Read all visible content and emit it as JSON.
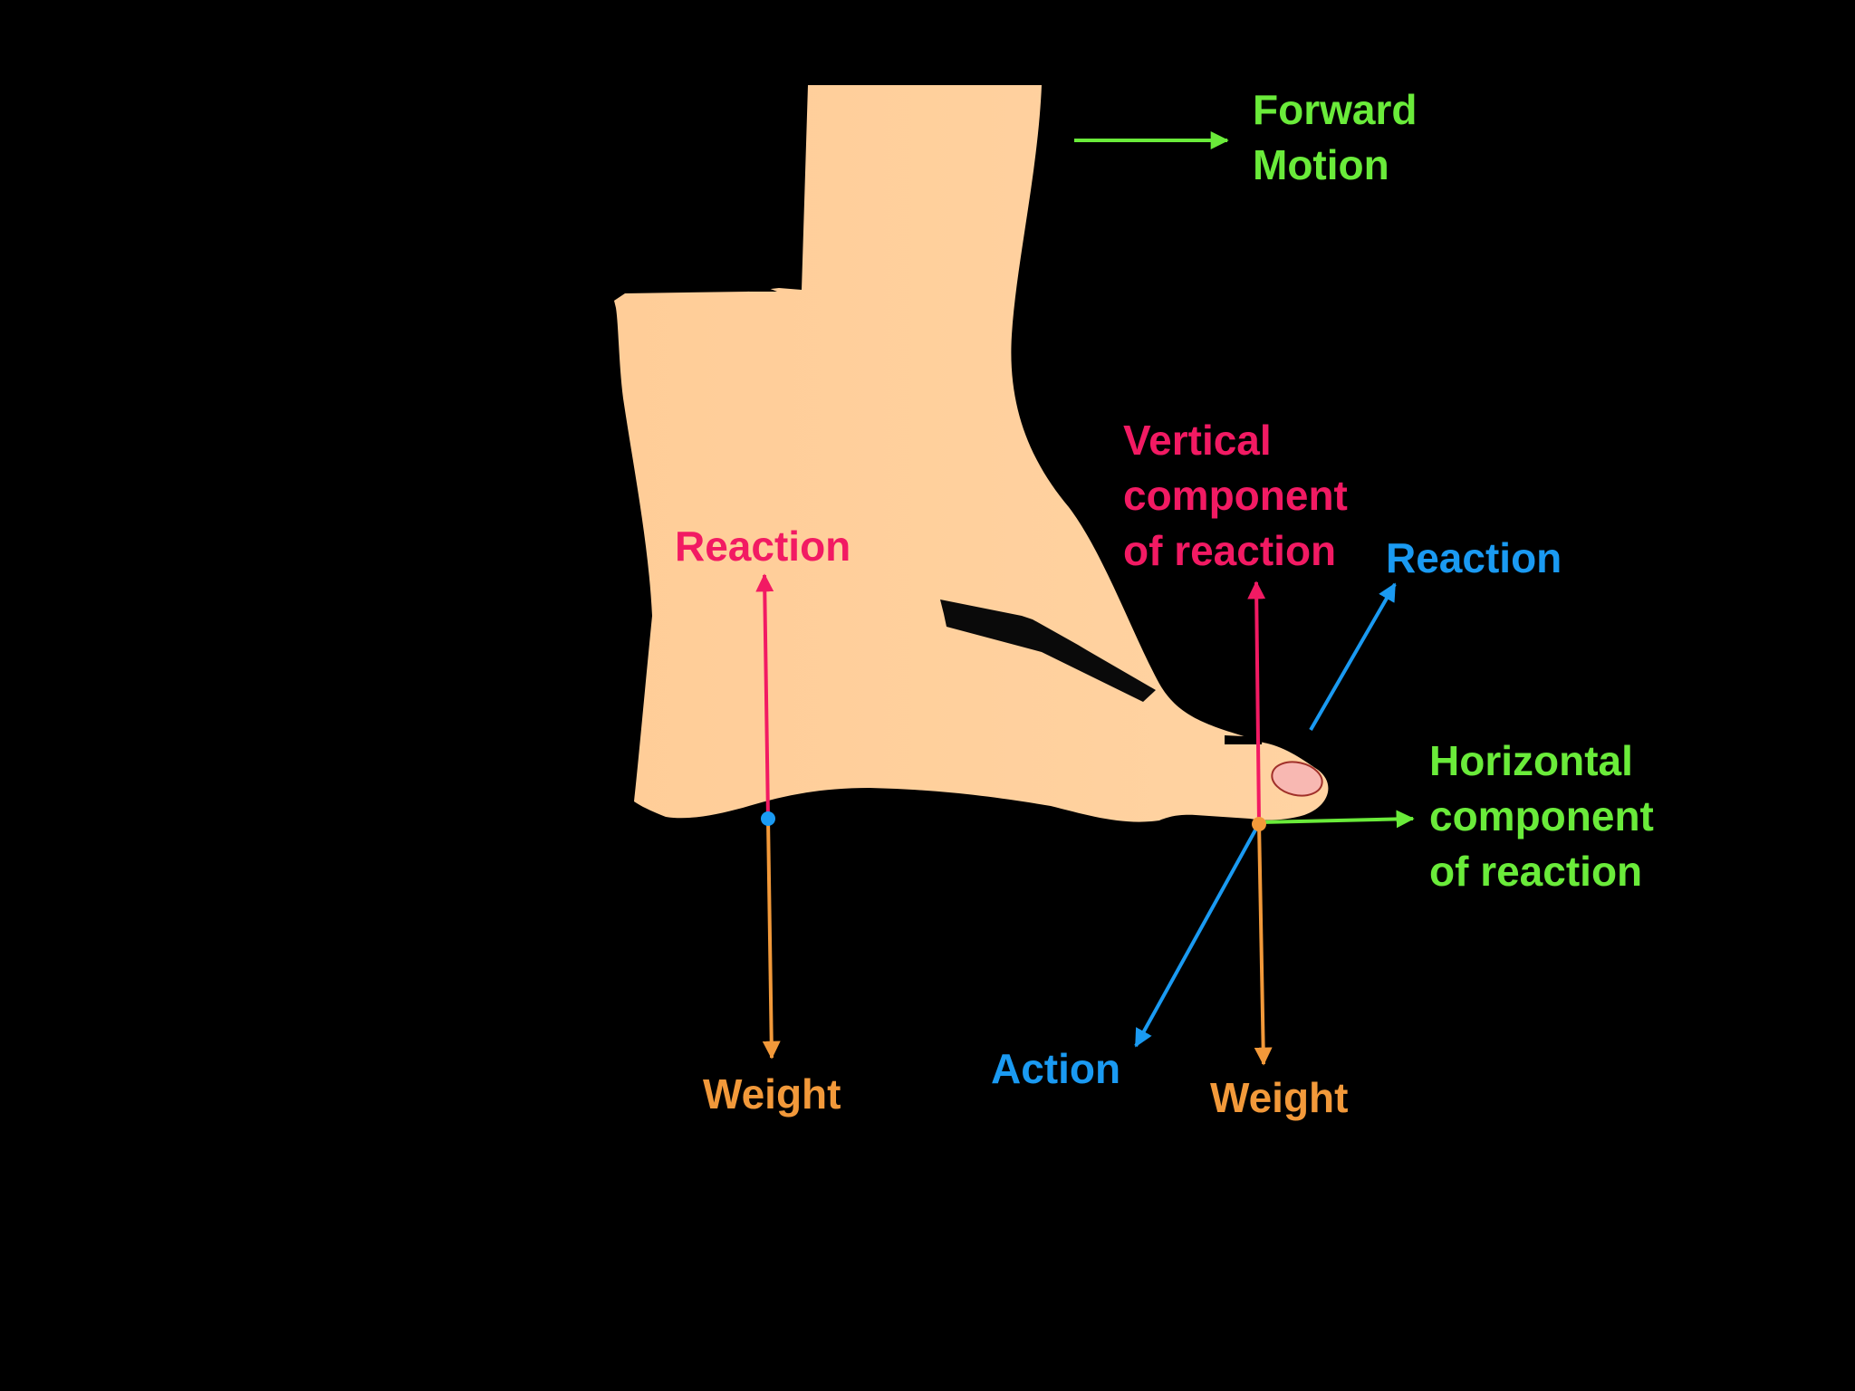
{
  "colors": {
    "background": "#000000",
    "skin": "#ffce9a",
    "nail": "#f8b8b2",
    "green": "#6aeb3a",
    "pink": "#f21a63",
    "blue": "#1a9af2",
    "orange": "#f2993a"
  },
  "labels": {
    "forward_motion": [
      "Forward",
      "Motion"
    ],
    "vertical_component": [
      "Vertical",
      "component",
      "of reaction"
    ],
    "reaction_left": "Reaction",
    "reaction_right": "Reaction",
    "horizontal_component": [
      "Horizontal",
      "component",
      "of reaction"
    ],
    "weight_left": "Weight",
    "weight_right": "Weight",
    "action": "Action"
  }
}
